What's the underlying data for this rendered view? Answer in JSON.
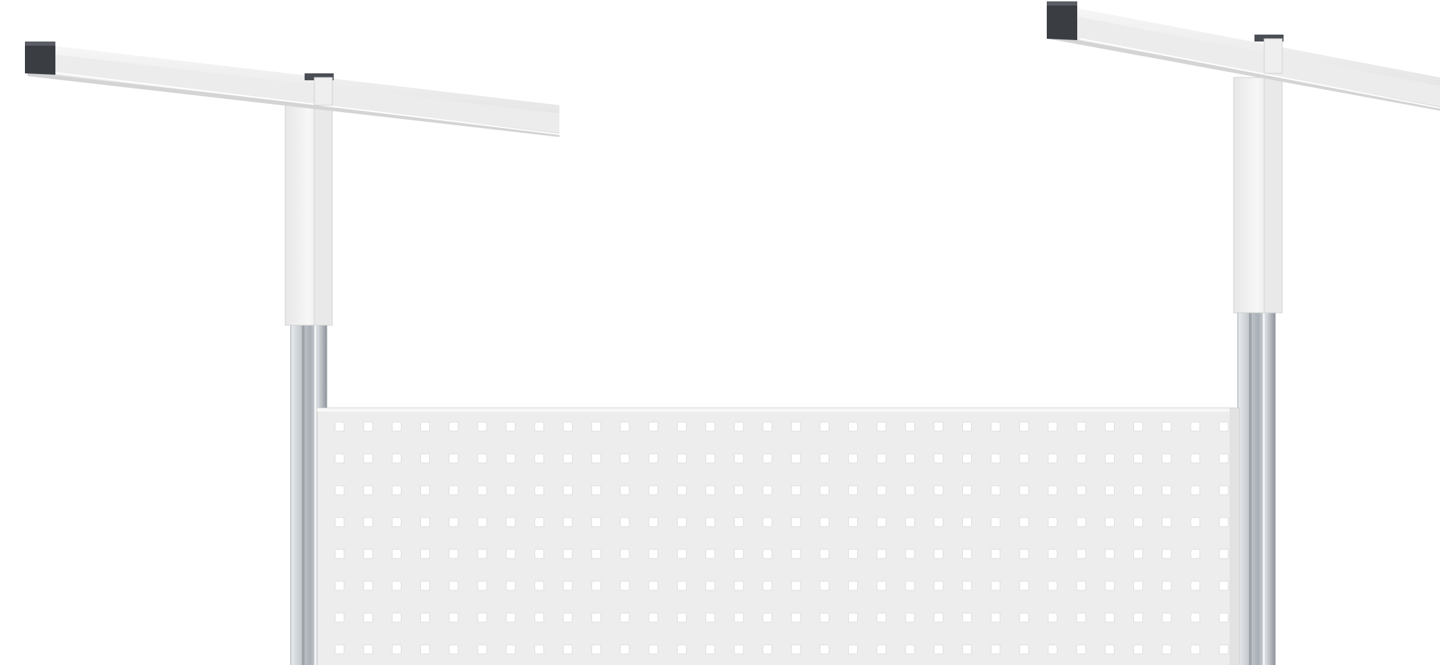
{
  "scene": {
    "subject": "workbench-superstructure",
    "colors": {
      "background": "#ffffff",
      "frame": "#f2f2f2",
      "frame_shade": "#dcdcdc",
      "frame_edge": "#c9c9c9",
      "end_cap": "#3a3d42",
      "post_aluminium": "#b9bec4",
      "post_highlight": "#e8ebee",
      "post_shadow": "#8e949b",
      "panel": "#ededed",
      "panel_edge": "#d3d3d3",
      "perforation": "#ffffff"
    },
    "perforated_panel": {
      "hole_shape": "square",
      "visible_columns": 32,
      "visible_rows": 8
    },
    "components": [
      "left-overhead-arm",
      "right-overhead-arm",
      "left-upright-post",
      "right-upright-post",
      "perforated-tool-panel"
    ]
  }
}
